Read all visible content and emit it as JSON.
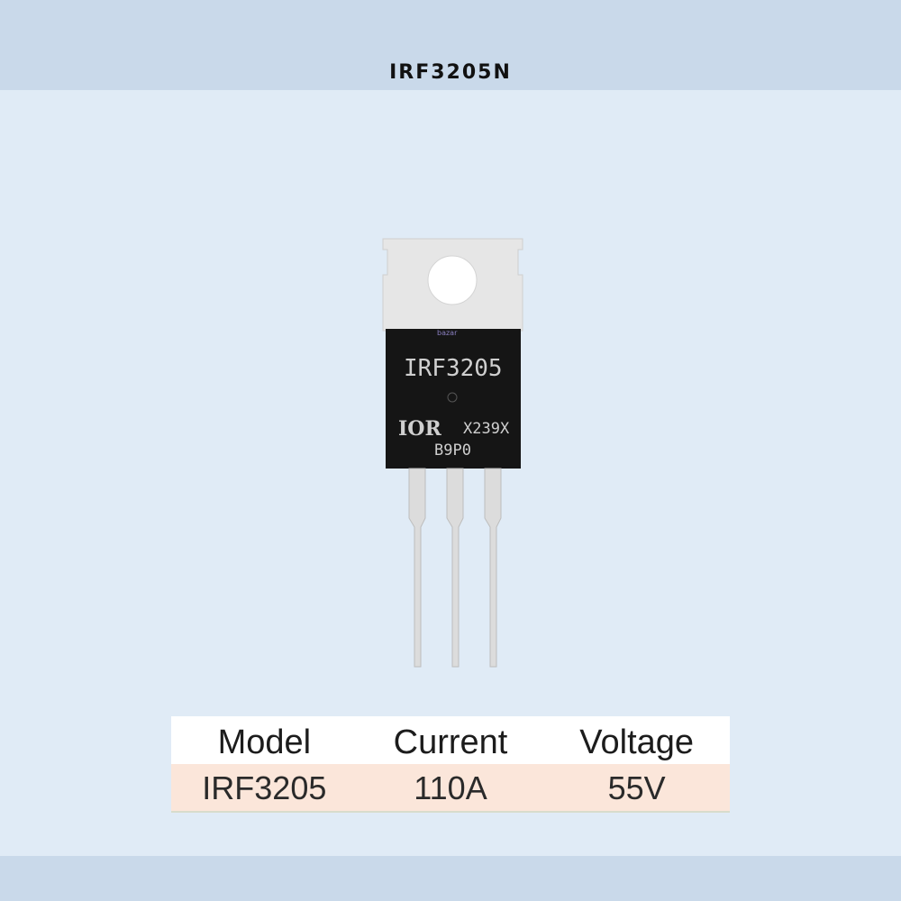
{
  "page": {
    "title": "IRF3205N"
  },
  "component": {
    "marking_part": "IRF3205",
    "marking_logo": "IOR",
    "marking_code": "X239X",
    "marking_batch": "B9P0",
    "watermark": "bazar",
    "body_color": "#151515",
    "tab_color": "#e6e6e6",
    "lead_color": "#dcdcdc"
  },
  "spec_table": {
    "headers": [
      "Model",
      "Current",
      "Voltage"
    ],
    "values": [
      "IRF3205",
      "110A",
      "55V"
    ],
    "header_bg": "#ffffff",
    "value_bg": "#fbe6da"
  }
}
